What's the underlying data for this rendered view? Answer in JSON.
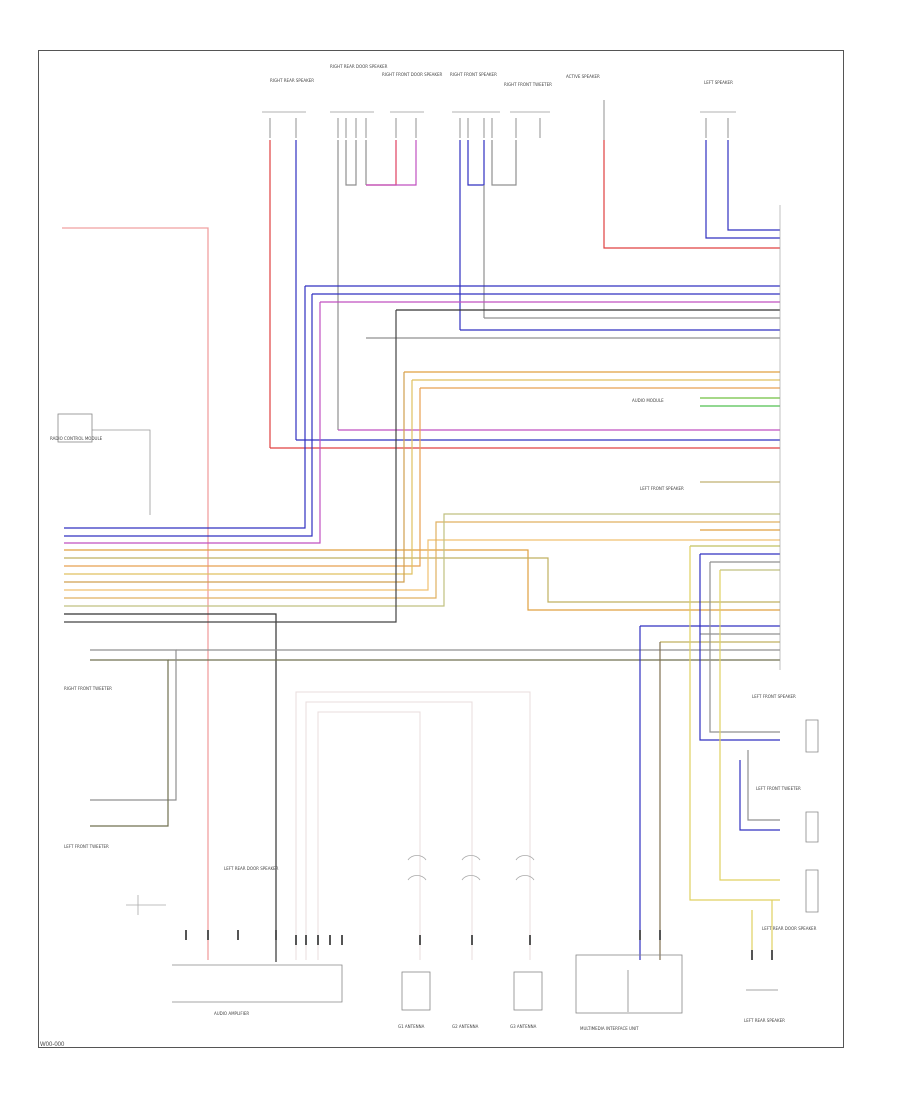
{
  "diagram": {
    "page_code": "W00-000",
    "labels": {
      "top_components": [
        "RIGHT REAR SPEAKER",
        "RIGHT REAR DOOR SPEAKER",
        "RIGHT FRONT DOOR SPEAKER",
        "RIGHT FRONT SPEAKER",
        "RIGHT FRONT TWEETER",
        "ACTIVE SPEAKER",
        "LEFT SPEAKER"
      ],
      "left_components": [
        "RADIO CONTROL MODULE",
        "RIGHT FRONT TWEETER",
        "LEFT FRONT TWEETER"
      ],
      "right_components": [
        "LEFT FRONT SPEAKER",
        "LEFT FRONT TWEETER",
        "LEFT REAR DOOR SPEAKER",
        "LEFT REAR SPEAKER"
      ],
      "bottom_components": [
        "AUDIO AMPLIFIER",
        "G1 ANTENNA",
        "G2 ANTENNA",
        "G3 ANTENNA",
        "MULTIMEDIA INTERFACE UNIT"
      ],
      "mid_labels": [
        "AUDIO MODULE",
        "LEFT FRONT SPEAKER",
        "LEFT REAR DOOR SPEAKER"
      ]
    }
  }
}
